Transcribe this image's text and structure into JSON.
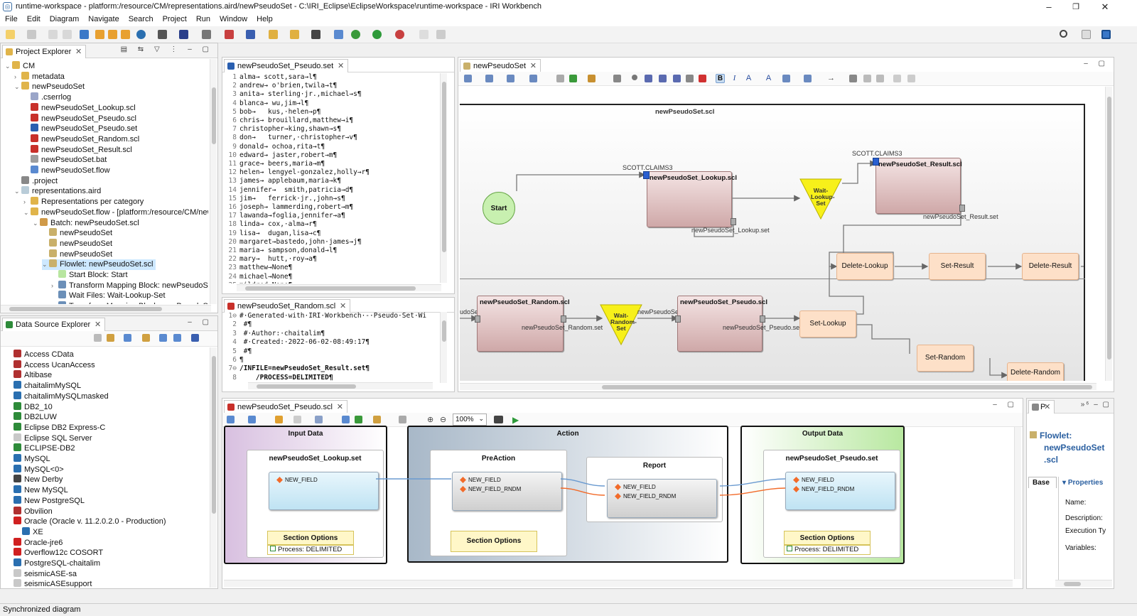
{
  "window": {
    "title": "runtime-workspace - platform:/resource/CM/representations.aird/newPseudoSet - C:\\IRI_Eclipse\\EclipseWorkspace\\runtime-workspace - IRI Workbench"
  },
  "menu": [
    "File",
    "Edit",
    "Diagram",
    "Navigate",
    "Search",
    "Project",
    "Run",
    "Window",
    "Help"
  ],
  "project_explorer": {
    "title": "Project Explorer",
    "items": [
      {
        "label": "CM",
        "depth": 0,
        "tw": "⌄",
        "color": "#e0b44a"
      },
      {
        "label": "metadata",
        "depth": 1,
        "tw": "›",
        "color": "#e0b44a"
      },
      {
        "label": "newPseudoSet",
        "depth": 1,
        "tw": "⌄",
        "color": "#e0b44a"
      },
      {
        "label": ".cserrlog",
        "depth": 2,
        "tw": "",
        "color": "#9aa5c8"
      },
      {
        "label": "newPseudoSet_Lookup.scl",
        "depth": 2,
        "tw": "",
        "color": "#c8302a"
      },
      {
        "label": "newPseudoSet_Pseudo.scl",
        "depth": 2,
        "tw": "",
        "color": "#c8302a"
      },
      {
        "label": "newPseudoSet_Pseudo.set",
        "depth": 2,
        "tw": "",
        "color": "#2a5fb0"
      },
      {
        "label": "newPseudoSet_Random.scl",
        "depth": 2,
        "tw": "",
        "color": "#c8302a"
      },
      {
        "label": "newPseudoSet_Result.scl",
        "depth": 2,
        "tw": "",
        "color": "#c8302a"
      },
      {
        "label": "newPseudoSet.bat",
        "depth": 2,
        "tw": "",
        "color": "#9e9e9e"
      },
      {
        "label": "newPseudoSet.flow",
        "depth": 2,
        "tw": "",
        "color": "#5a8ad0"
      },
      {
        "label": ".project",
        "depth": 1,
        "tw": "",
        "color": "#888"
      },
      {
        "label": "representations.aird",
        "depth": 1,
        "tw": "⌄",
        "color": "#b9ccd8"
      },
      {
        "label": "Representations per category",
        "depth": 2,
        "tw": "›",
        "color": "#e0b44a"
      },
      {
        "label": "newPseudoSet.flow - [platform:/resource/CM/newPs",
        "depth": 2,
        "tw": "⌄",
        "color": "#e0b44a"
      },
      {
        "label": "Batch: newPseudoSet.scl",
        "depth": 3,
        "tw": "⌄",
        "color": "#d09a48"
      },
      {
        "label": "newPseudoSet",
        "depth": 4,
        "tw": "",
        "color": "#c9b06a"
      },
      {
        "label": "newPseudoSet",
        "depth": 4,
        "tw": "",
        "color": "#c9b06a"
      },
      {
        "label": "newPseudoSet",
        "depth": 4,
        "tw": "",
        "color": "#c9b06a"
      },
      {
        "label": "Flowlet: newPseudoSet.scl",
        "depth": 4,
        "tw": "⌄",
        "color": "#c9b06a"
      },
      {
        "label": "Start Block: Start",
        "depth": 5,
        "tw": "",
        "color": "#b8e6a0"
      },
      {
        "label": "Transform Mapping Block: newPseudoSet_Lo",
        "depth": 5,
        "tw": "›",
        "color": "#6b8fb8"
      },
      {
        "label": "Wait Files: Wait-Lookup-Set",
        "depth": 5,
        "tw": "",
        "color": "#6b8fb8"
      },
      {
        "label": "Transform Mapping Block: newPseudoSet_R",
        "depth": 5,
        "tw": "›",
        "color": "#6b8fb8"
      }
    ]
  },
  "data_source_explorer": {
    "title": "Data Source Explorer",
    "items": [
      {
        "label": "Access CData",
        "color": "#b03030"
      },
      {
        "label": "Access UcanAccess",
        "color": "#b03030"
      },
      {
        "label": "Altibase",
        "color": "#b03030"
      },
      {
        "label": "chaitalimMySQL",
        "color": "#2a6fb0"
      },
      {
        "label": "chaitalimMySQLmasked",
        "color": "#2a6fb0"
      },
      {
        "label": "DB2_10",
        "color": "#2e8b3a"
      },
      {
        "label": "DB2LUW",
        "color": "#2e8b3a"
      },
      {
        "label": "Eclipse DB2 Express-C",
        "color": "#2e8b3a"
      },
      {
        "label": "Eclipse SQL Server",
        "color": "#c8c8c8"
      },
      {
        "label": "ECLIPSE-DB2",
        "color": "#2e8b3a"
      },
      {
        "label": "MySQL",
        "color": "#2a6fb0"
      },
      {
        "label": "MySQL<0>",
        "color": "#2a6fb0"
      },
      {
        "label": "New Derby",
        "color": "#444"
      },
      {
        "label": "New MySQL",
        "color": "#2a6fb0"
      },
      {
        "label": "New PostgreSQL",
        "color": "#2a6fb0"
      },
      {
        "label": "Obvilion",
        "color": "#b03030"
      },
      {
        "label": "Oracle (Oracle v. 11.2.0.2.0 - Production)",
        "color": "#d02020"
      },
      {
        "label": "XE",
        "color": "#2a6fb0"
      },
      {
        "label": "Oracle-jre6",
        "color": "#d02020"
      },
      {
        "label": "Overflow12c COSORT",
        "color": "#d02020"
      },
      {
        "label": "PostgreSQL-chaitalim",
        "color": "#2a6fb0"
      },
      {
        "label": "seismicASE-sa",
        "color": "#c8c8c8"
      },
      {
        "label": "seismicASEsupport",
        "color": "#c8c8c8"
      }
    ]
  },
  "editor_pseudo_set": {
    "tab": "newPseudoSet_Pseudo.set",
    "lines": [
      "alma→ scott,sara→l¶",
      "andrew→ o'brien,twila→t¶",
      "anita→ sterling·jr.,michael→s¶",
      "blanca→ wu,jim→l¶",
      "bob→   kus,·helen→p¶",
      "chris→ brouillard,matthew→i¶",
      "christopher→king,shawn→s¶",
      "don→   turner,·christopher→v¶",
      "donald→ ochoa,rita→t¶",
      "edward→ jaster,robert→m¶",
      "grace→ beers,maria→m¶",
      "helen→ lengyel-gonzalez,holly→r¶",
      "james→ applebaum,maria→k¶",
      "jennifer→  smith,patricia→d¶",
      "jim→   ferrick·jr.,john→s¶",
      "joseph→ lammerding,robert→m¶",
      "lawanda→foglia,jennifer→a¶",
      "linda→ cox,·alma→r¶",
      "lisa→  dugan,lisa→c¶",
      "margaret→bastedo,john·james→j¶",
      "maria→ sampson,donald→l¶",
      "mary→  hutt,·roy→a¶",
      "matthew→None¶",
      "michael→None¶",
      "mildred→None¶"
    ]
  },
  "editor_random_scl": {
    "tab": "newPseudoSet_Random.scl",
    "lines": [
      {
        "n": "1⊖",
        "t": "#·Generated·with·IRI·Workbench·-·Pseudo·Set·Wi",
        "c": "cmt"
      },
      {
        "n": "2",
        "t": " #¶",
        "c": "cmt"
      },
      {
        "n": "3",
        "t": " #·Author:·chaitalim¶",
        "c": "cmt"
      },
      {
        "n": "4",
        "t": " #·Created:·2022-06-02·08:49:17¶",
        "c": "cmt"
      },
      {
        "n": "5",
        "t": " #¶",
        "c": "cmt"
      },
      {
        "n": "6",
        "t": "¶",
        "c": ""
      },
      {
        "n": "7⊖",
        "t": "/INFILE=newPseudoSet_Result.set¶",
        "c": "kw"
      },
      {
        "n": "8",
        "t": "    /PROCESS=DELIMITED¶",
        "c": "kw"
      }
    ]
  },
  "flow_diagram": {
    "tab": "newPseudoSet",
    "container_label": "newPseudoSet.scl",
    "start": "Start",
    "blocks": {
      "lookup": "newPseudoSet_Lookup.scl",
      "result": "newPseudoSet_Result.scl",
      "random": "newPseudoSet_Random.scl",
      "pseudo": "newPseudoSet_Pseudo.scl"
    },
    "labels": {
      "claims1": "SCOTT.CLAIMS3",
      "claims2": "SCOTT.CLAIMS3",
      "lookup_out": "newPseudoSet_Lookup.set",
      "result_out": "newPseudoSet_Result.set",
      "random_in": "udoSet_Result.set",
      "random_out": "newPseudoSet_Random.set",
      "pseudo_in": "newPseudoSet_Lookup.set",
      "pseudo_out": "newPseudoSet_Pseudo.se"
    },
    "waits": {
      "lookup": [
        "Wait-",
        "Lookup-",
        "Set"
      ],
      "random": [
        "Wait-",
        "Random-",
        "Set"
      ]
    },
    "ops": {
      "delete_lookup": "Delete-Lookup",
      "set_result": "Set-Result",
      "delete_result": "Delete-Result",
      "set_lookup": "Set-Lookup",
      "set_random": "Set-Random",
      "delete_random": "Delete-Random"
    }
  },
  "mapping_editor": {
    "tab": "newPseudoSet_Pseudo.scl",
    "zoom": "100%",
    "input": {
      "title": "Input Data",
      "file": "newPseudoSet_Lookup.set",
      "fields": [
        "NEW_FIELD"
      ],
      "options": "Section Options",
      "process": "Process: DELIMITED"
    },
    "action": {
      "title": "Action",
      "preaction": "PreAction",
      "report": "Report",
      "pre_fields": [
        "NEW_FIELD",
        "NEW_FIELD_RNDM"
      ],
      "report_fields": [
        "NEW_FIELD",
        "NEW_FIELD_RNDM"
      ],
      "options": "Section Options"
    },
    "output": {
      "title": "Output Data",
      "file": "newPseudoSet_Pseudo.set",
      "fields": [
        "NEW_FIELD",
        "NEW_FIELD_RNDM"
      ],
      "options": "Section Options",
      "process": "Process: DELIMITED"
    }
  },
  "properties": {
    "tab": "P",
    "heading": [
      "Flowlet:",
      "newPseudoSet",
      ".scl"
    ],
    "base_tab": "Base",
    "section": "Properties",
    "fields": [
      "Name:",
      "Description:",
      "Execution Ty",
      "Variables:"
    ]
  },
  "status": {
    "text": "Synchronized diagram"
  }
}
